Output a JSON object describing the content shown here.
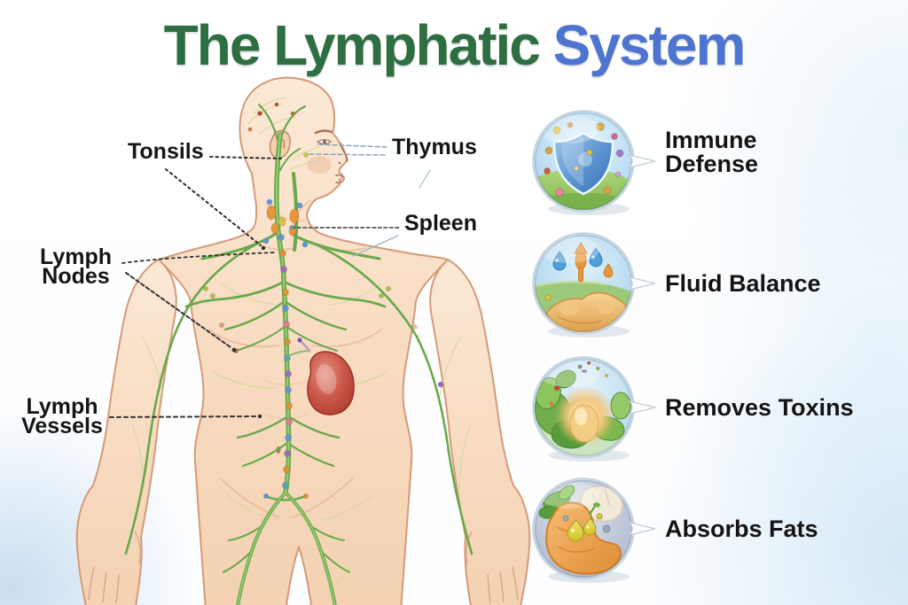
{
  "title": {
    "text_green": "The Lymphatic",
    "text_blue": "System"
  },
  "anatomy": {
    "tonsils": "Tonsils",
    "thymus": "Thymus",
    "spleen": "Spleen",
    "lymph_nodes_line1": "Lymph",
    "lymph_nodes_line2": "Nodes",
    "lymph_vessels_line1": "Lymph",
    "lymph_vessels_line2": "Vessels"
  },
  "functions": {
    "immune_defense_line1": "Immune",
    "immune_defense_line2": "Defense",
    "fluid_balance": "Fluid Balance",
    "removes_toxins": "Removes Toxins",
    "absorbs_fats": "Absorbs Fats"
  },
  "icons": {
    "immune_defense": "shield-on-grass-icon",
    "fluid_balance": "water-droplets-landscape-icon",
    "removes_toxins": "leaves-glow-cleanse-icon",
    "absorbs_fats": "intestine-fat-droplets-icon"
  },
  "colors": {
    "title_green": "#2e6f42",
    "title_blue": "#4d74d0",
    "label_text": "#151515",
    "skin": "#f8dcc2",
    "skin_outline": "#d49a78",
    "vessel_green": "#69a84c",
    "spleen_red": "#b83a2c",
    "shield_blue": "#4a86c8",
    "grass_green": "#8cc158",
    "background_tint": "#dceaf4"
  }
}
